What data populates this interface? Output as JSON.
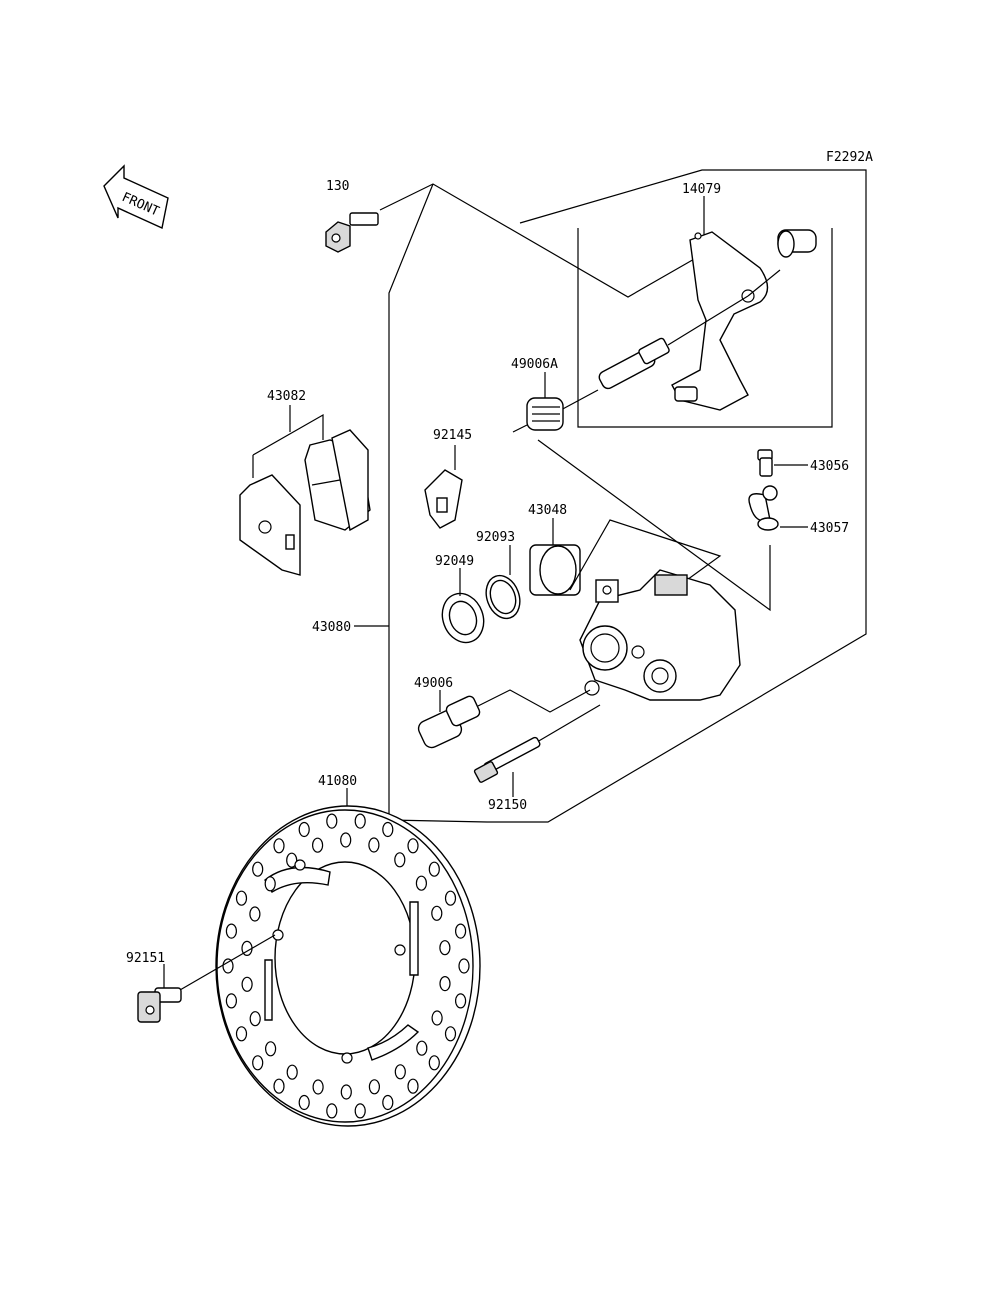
{
  "figure_code": "F2292A",
  "front_arrow_text": "FRONT",
  "labels": {
    "p130": "130",
    "p14079": "14079",
    "p49006A": "49006A",
    "p43082": "43082",
    "p92145": "92145",
    "p43056": "43056",
    "p43048": "43048",
    "p92093": "92093",
    "p43057": "43057",
    "p92049": "92049",
    "p43080": "43080",
    "p49006": "49006",
    "p92150": "92150",
    "p41080": "41080",
    "p92151": "92151"
  }
}
